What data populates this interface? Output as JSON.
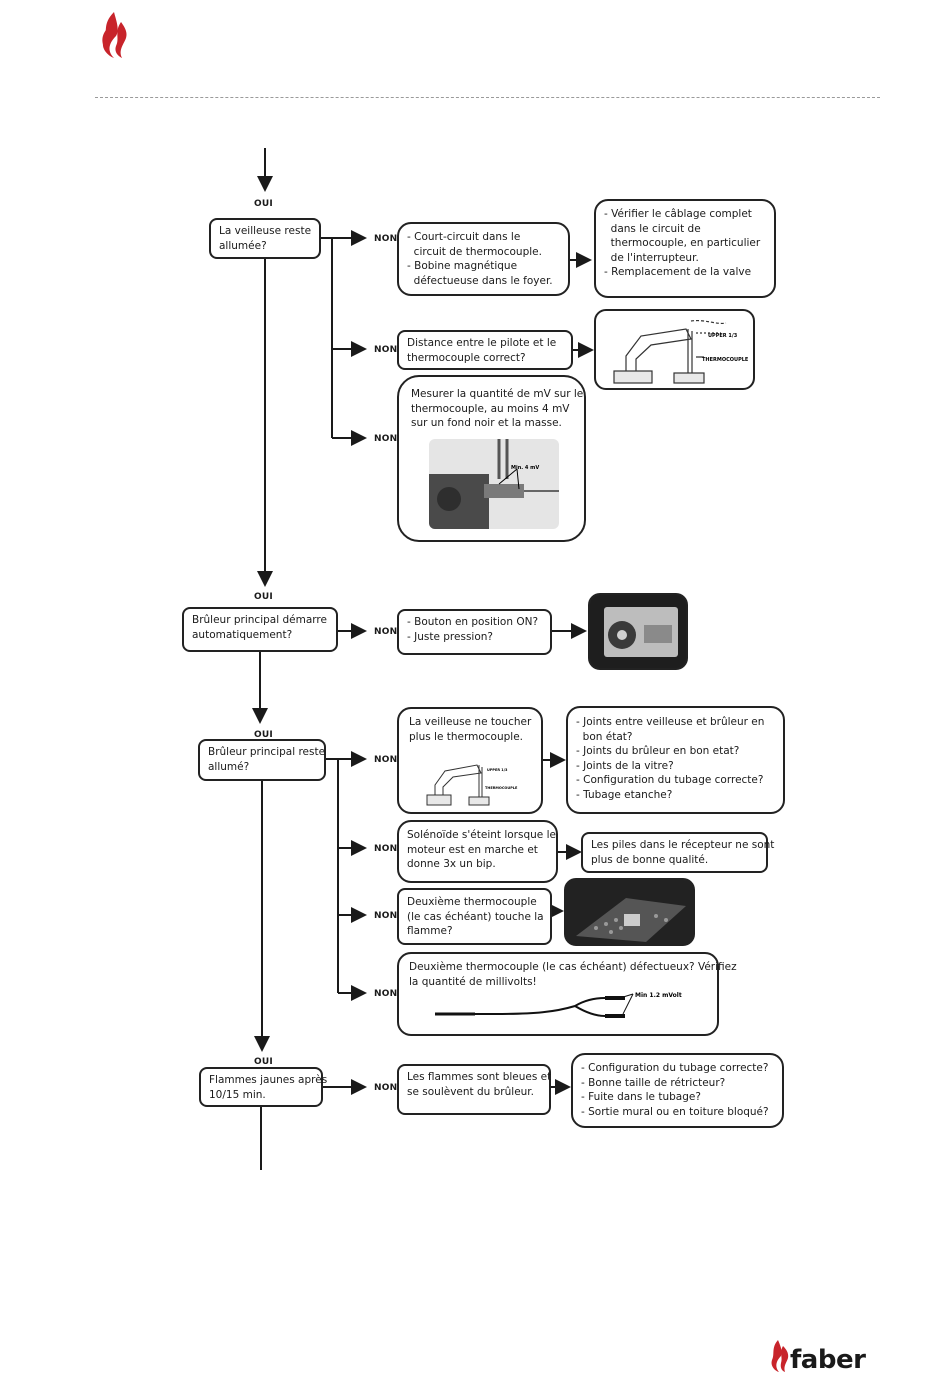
{
  "flowchart": {
    "yes_label": "OUI",
    "no_label": "NON",
    "q1": {
      "lines": [
        "La veilleuse reste",
        "allumée?"
      ],
      "r1": [
        "- Court-circuit dans le",
        "  circuit de thermocouple.",
        "- Bobine magnétique",
        "  défectueuse dans le foyer."
      ],
      "r1_action": [
        "- Vérifier le câblage complet",
        "  dans le circuit de",
        "  thermocouple, en particulier",
        "  de l'interrupteur.",
        "- Remplacement de la valve"
      ],
      "r2": [
        "Distance entre le pilote et le",
        "thermocouple correct?"
      ],
      "r2_image_labels": [
        "UPPER 1/3",
        "THERMOCOUPLE"
      ],
      "r3": [
        "Mesurer la quantité de mV sur le",
        "thermocouple, au moins 4 mV",
        "sur un fond noir et la masse."
      ],
      "r3_image_label": "Min. 4 mV"
    },
    "q2": {
      "lines": [
        "Brûleur principal démarre",
        "automatiquement?"
      ],
      "r1": [
        "- Bouton en position ON?",
        "- Juste pression?"
      ]
    },
    "q3": {
      "lines": [
        "Brûleur principal reste",
        "allumé?"
      ],
      "r1": [
        "La veilleuse ne toucher",
        "plus le thermocouple."
      ],
      "r1_image_labels": [
        "UPPER 1/3",
        "THERMOCOUPLE"
      ],
      "r1_action": [
        "- Joints entre veilleuse et brûleur en",
        "  bon état?",
        "- Joints du brûleur en bon etat?",
        "- Joints de la vitre?",
        "- Configuration du tubage correcte?",
        "- Tubage etanche?"
      ],
      "r2": [
        "Solénoïde s'éteint lorsque le",
        "moteur est en marche et",
        "donne 3x un bip."
      ],
      "r2_action": [
        "Les piles dans le récepteur ne sont",
        "plus de bonne qualité."
      ],
      "r3": [
        "Deuxième thermocouple",
        "(le cas échéant) touche la",
        "flamme?"
      ],
      "r4": [
        "Deuxième thermocouple (le cas échéant) défectueux? Vérifiez",
        "la quantité de millivolts!"
      ],
      "r4_image_label": "Min 1.2 mVolt"
    },
    "q4": {
      "lines": [
        "Flammes jaunes après",
        "10/15 min."
      ],
      "r1": [
        "Les flammes sont bleues et",
        "se soulèvent du brûleur."
      ],
      "r1_action": [
        "- Configuration du tubage correcte?",
        "- Bonne taille de rétricteur?",
        "- Fuite dans le tubage?",
        "- Sortie mural ou en toiture bloqué?"
      ]
    }
  },
  "footer": {
    "brand": "faber"
  },
  "colors": {
    "brand_red": "#c8242b",
    "line": "#1a1a1a"
  }
}
